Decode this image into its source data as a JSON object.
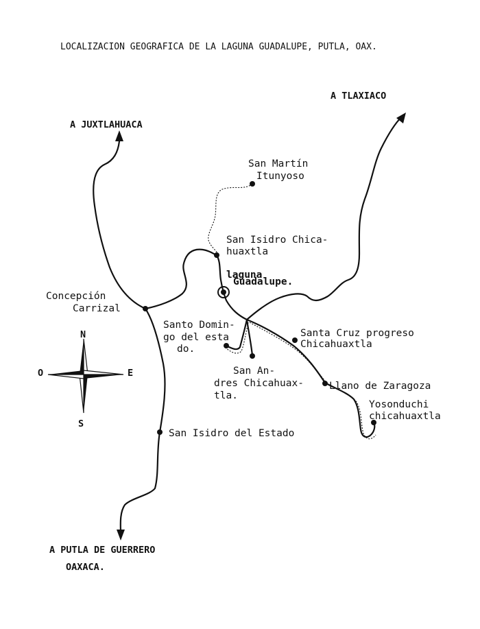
{
  "title": "LOCALIZACION GEOGRAFICA DE LA LAGUNA GUADALUPE, PUTLA, OAX.",
  "destinations": {
    "juxtlahuaca": "A JUXTLAHUACA",
    "tlaxiaco": "A TLAXIACO",
    "putla_line1": "A PUTLA DE GUERRERO",
    "putla_line2": "OAXACA."
  },
  "places": {
    "san_martin": [
      "San Martín",
      "Itunyoso"
    ],
    "san_isidro_chicahuaxtla": [
      "San Isidro Chica-",
      "huaxtla"
    ],
    "laguna": [
      "laguna",
      "Guadalupe."
    ],
    "concepcion": [
      "Concepción",
      "Carrizal"
    ],
    "santo_domingo": [
      "Santo Domin-",
      "go del esta",
      "do."
    ],
    "santa_cruz": [
      "Santa Cruz progreso",
      "Chicahuaxtla"
    ],
    "san_andres": [
      "San An-",
      "dres Chicahuax-",
      "tla."
    ],
    "llano": "Llano de Zaragoza",
    "yosonduchi": [
      "Yosonduchi",
      "chicahuaxtla"
    ],
    "san_isidro_estado": "San Isidro del Estado"
  },
  "compass": {
    "north": "N",
    "south": "S",
    "east": "E",
    "west": "O"
  }
}
